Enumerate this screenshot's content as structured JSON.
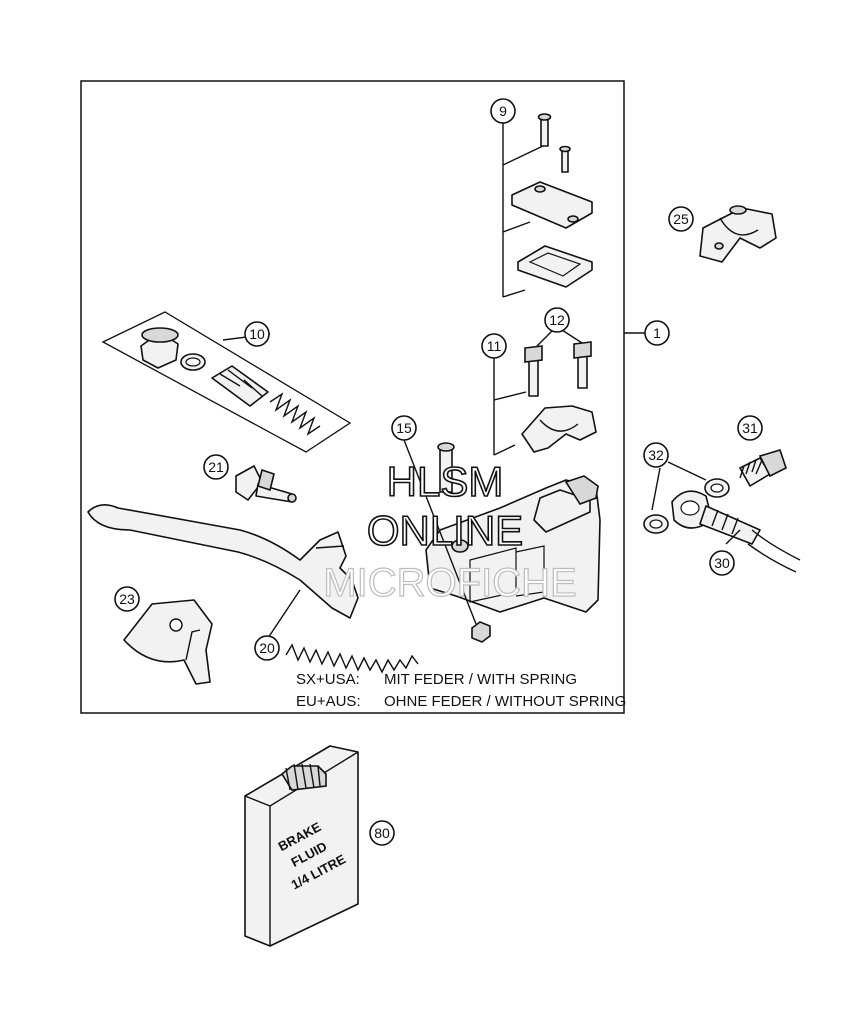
{
  "callouts": {
    "c1": "1",
    "c9": "9",
    "c10": "10",
    "c11": "11",
    "c12": "12",
    "c15": "15",
    "c20": "20",
    "c21": "21",
    "c23": "23",
    "c25": "25",
    "c30": "30",
    "c31": "31",
    "c32": "32",
    "c80": "80"
  },
  "notes": {
    "line1_variant": "SX+USA:",
    "line1_text": "MIT FEDER / WITH SPRING",
    "line2_variant": "EU+AUS:",
    "line2_text": "OHNE FEDER / WITHOUT SPRING"
  },
  "watermark": {
    "line1": "HLSM",
    "line2": "ONLINE",
    "line3": "MICROFICHE"
  },
  "brake_fluid_label": {
    "line1": "BRAKE",
    "line2": "FLUID",
    "line3": "1/4 LITRE"
  }
}
